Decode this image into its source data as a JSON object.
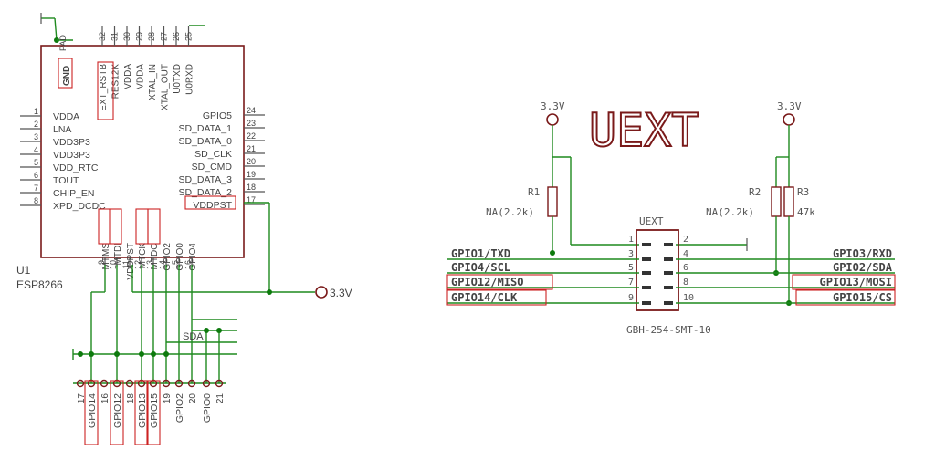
{
  "esp": {
    "ref": "U1",
    "value": "ESP8266",
    "pad_label": "PAD",
    "gnd_label": "GND",
    "left_pins": [
      {
        "num": "1",
        "name": "VDDA"
      },
      {
        "num": "2",
        "name": "LNA"
      },
      {
        "num": "3",
        "name": "VDD3P3"
      },
      {
        "num": "4",
        "name": "VDD3P3"
      },
      {
        "num": "5",
        "name": "VDD_RTC"
      },
      {
        "num": "6",
        "name": "TOUT"
      },
      {
        "num": "7",
        "name": "CHIP_EN"
      },
      {
        "num": "8",
        "name": "XPD_DCDC"
      }
    ],
    "right_pins": [
      {
        "num": "24",
        "name": "GPIO5"
      },
      {
        "num": "23",
        "name": "SD_DATA_1"
      },
      {
        "num": "22",
        "name": "SD_DATA_0"
      },
      {
        "num": "21",
        "name": "SD_CLK"
      },
      {
        "num": "20",
        "name": "SD_CMD"
      },
      {
        "num": "19",
        "name": "SD_DATA_3"
      },
      {
        "num": "18",
        "name": "SD_DATA_2"
      },
      {
        "num": "17",
        "name": "VDDPST"
      }
    ],
    "top_pins": [
      {
        "num": "32",
        "name": "EXT_RSTB"
      },
      {
        "num": "31",
        "name": "RES12K"
      },
      {
        "num": "30",
        "name": "VDDA"
      },
      {
        "num": "29",
        "name": "VDDA"
      },
      {
        "num": "28",
        "name": "XTAL_IN"
      },
      {
        "num": "27",
        "name": "XTAL_OUT"
      },
      {
        "num": "26",
        "name": "U0TXD"
      },
      {
        "num": "25",
        "name": "U0RXD"
      }
    ],
    "bottom_pins": [
      {
        "num": "9",
        "name": "MTMS"
      },
      {
        "num": "10",
        "name": "MTDI"
      },
      {
        "num": "11",
        "name": "VDDPST"
      },
      {
        "num": "12",
        "name": "MTCK"
      },
      {
        "num": "13",
        "name": "MTDO"
      },
      {
        "num": "14",
        "name": "GPIO2"
      },
      {
        "num": "15",
        "name": "GPIO0"
      },
      {
        "num": "16",
        "name": "GPIO4"
      }
    ],
    "power_label": "3.3V",
    "sda_label": "SDA"
  },
  "header_pins": [
    {
      "num": "17",
      "label": ""
    },
    {
      "num": "",
      "label": "GPIO14"
    },
    {
      "num": "16",
      "label": ""
    },
    {
      "num": "",
      "label": "GPIO12"
    },
    {
      "num": "18",
      "label": ""
    },
    {
      "num": "",
      "label": "GPIO13"
    },
    {
      "num": "",
      "label": "GPIO15"
    },
    {
      "num": "19",
      "label": ""
    },
    {
      "num": "",
      "label": "GPIO2"
    },
    {
      "num": "20",
      "label": ""
    },
    {
      "num": "",
      "label": "GPIO0"
    },
    {
      "num": "21",
      "label": ""
    }
  ],
  "uext": {
    "title": "UEXT",
    "conn_label": "UEXT",
    "part": "GBH-254-SMT-10",
    "r1": {
      "ref": "R1",
      "value": "NA(2.2k)"
    },
    "r2": {
      "ref": "R2",
      "value": "NA(2.2k)"
    },
    "r3": {
      "ref": "R3",
      "value": "47k"
    },
    "supply_left": "3.3V",
    "supply_right": "3.3V",
    "left_nets": [
      {
        "pin": "1",
        "net": ""
      },
      {
        "pin": "3",
        "net": "GPIO1/TXD"
      },
      {
        "pin": "5",
        "net": "GPIO4/SCL"
      },
      {
        "pin": "7",
        "net": "GPIO12/MISO"
      },
      {
        "pin": "9",
        "net": "GPIO14/CLK"
      }
    ],
    "right_nets": [
      {
        "pin": "2",
        "net": ""
      },
      {
        "pin": "4",
        "net": "GPIO3/RXD"
      },
      {
        "pin": "6",
        "net": "GPIO2/SDA"
      },
      {
        "pin": "8",
        "net": "GPIO13/MOSI"
      },
      {
        "pin": "10",
        "net": "GPIO15/CS"
      }
    ]
  },
  "colors": {
    "body": "#7a1a1a",
    "wire": "#1f8a1f",
    "highlight": "#cc2222",
    "text": "#444444"
  }
}
